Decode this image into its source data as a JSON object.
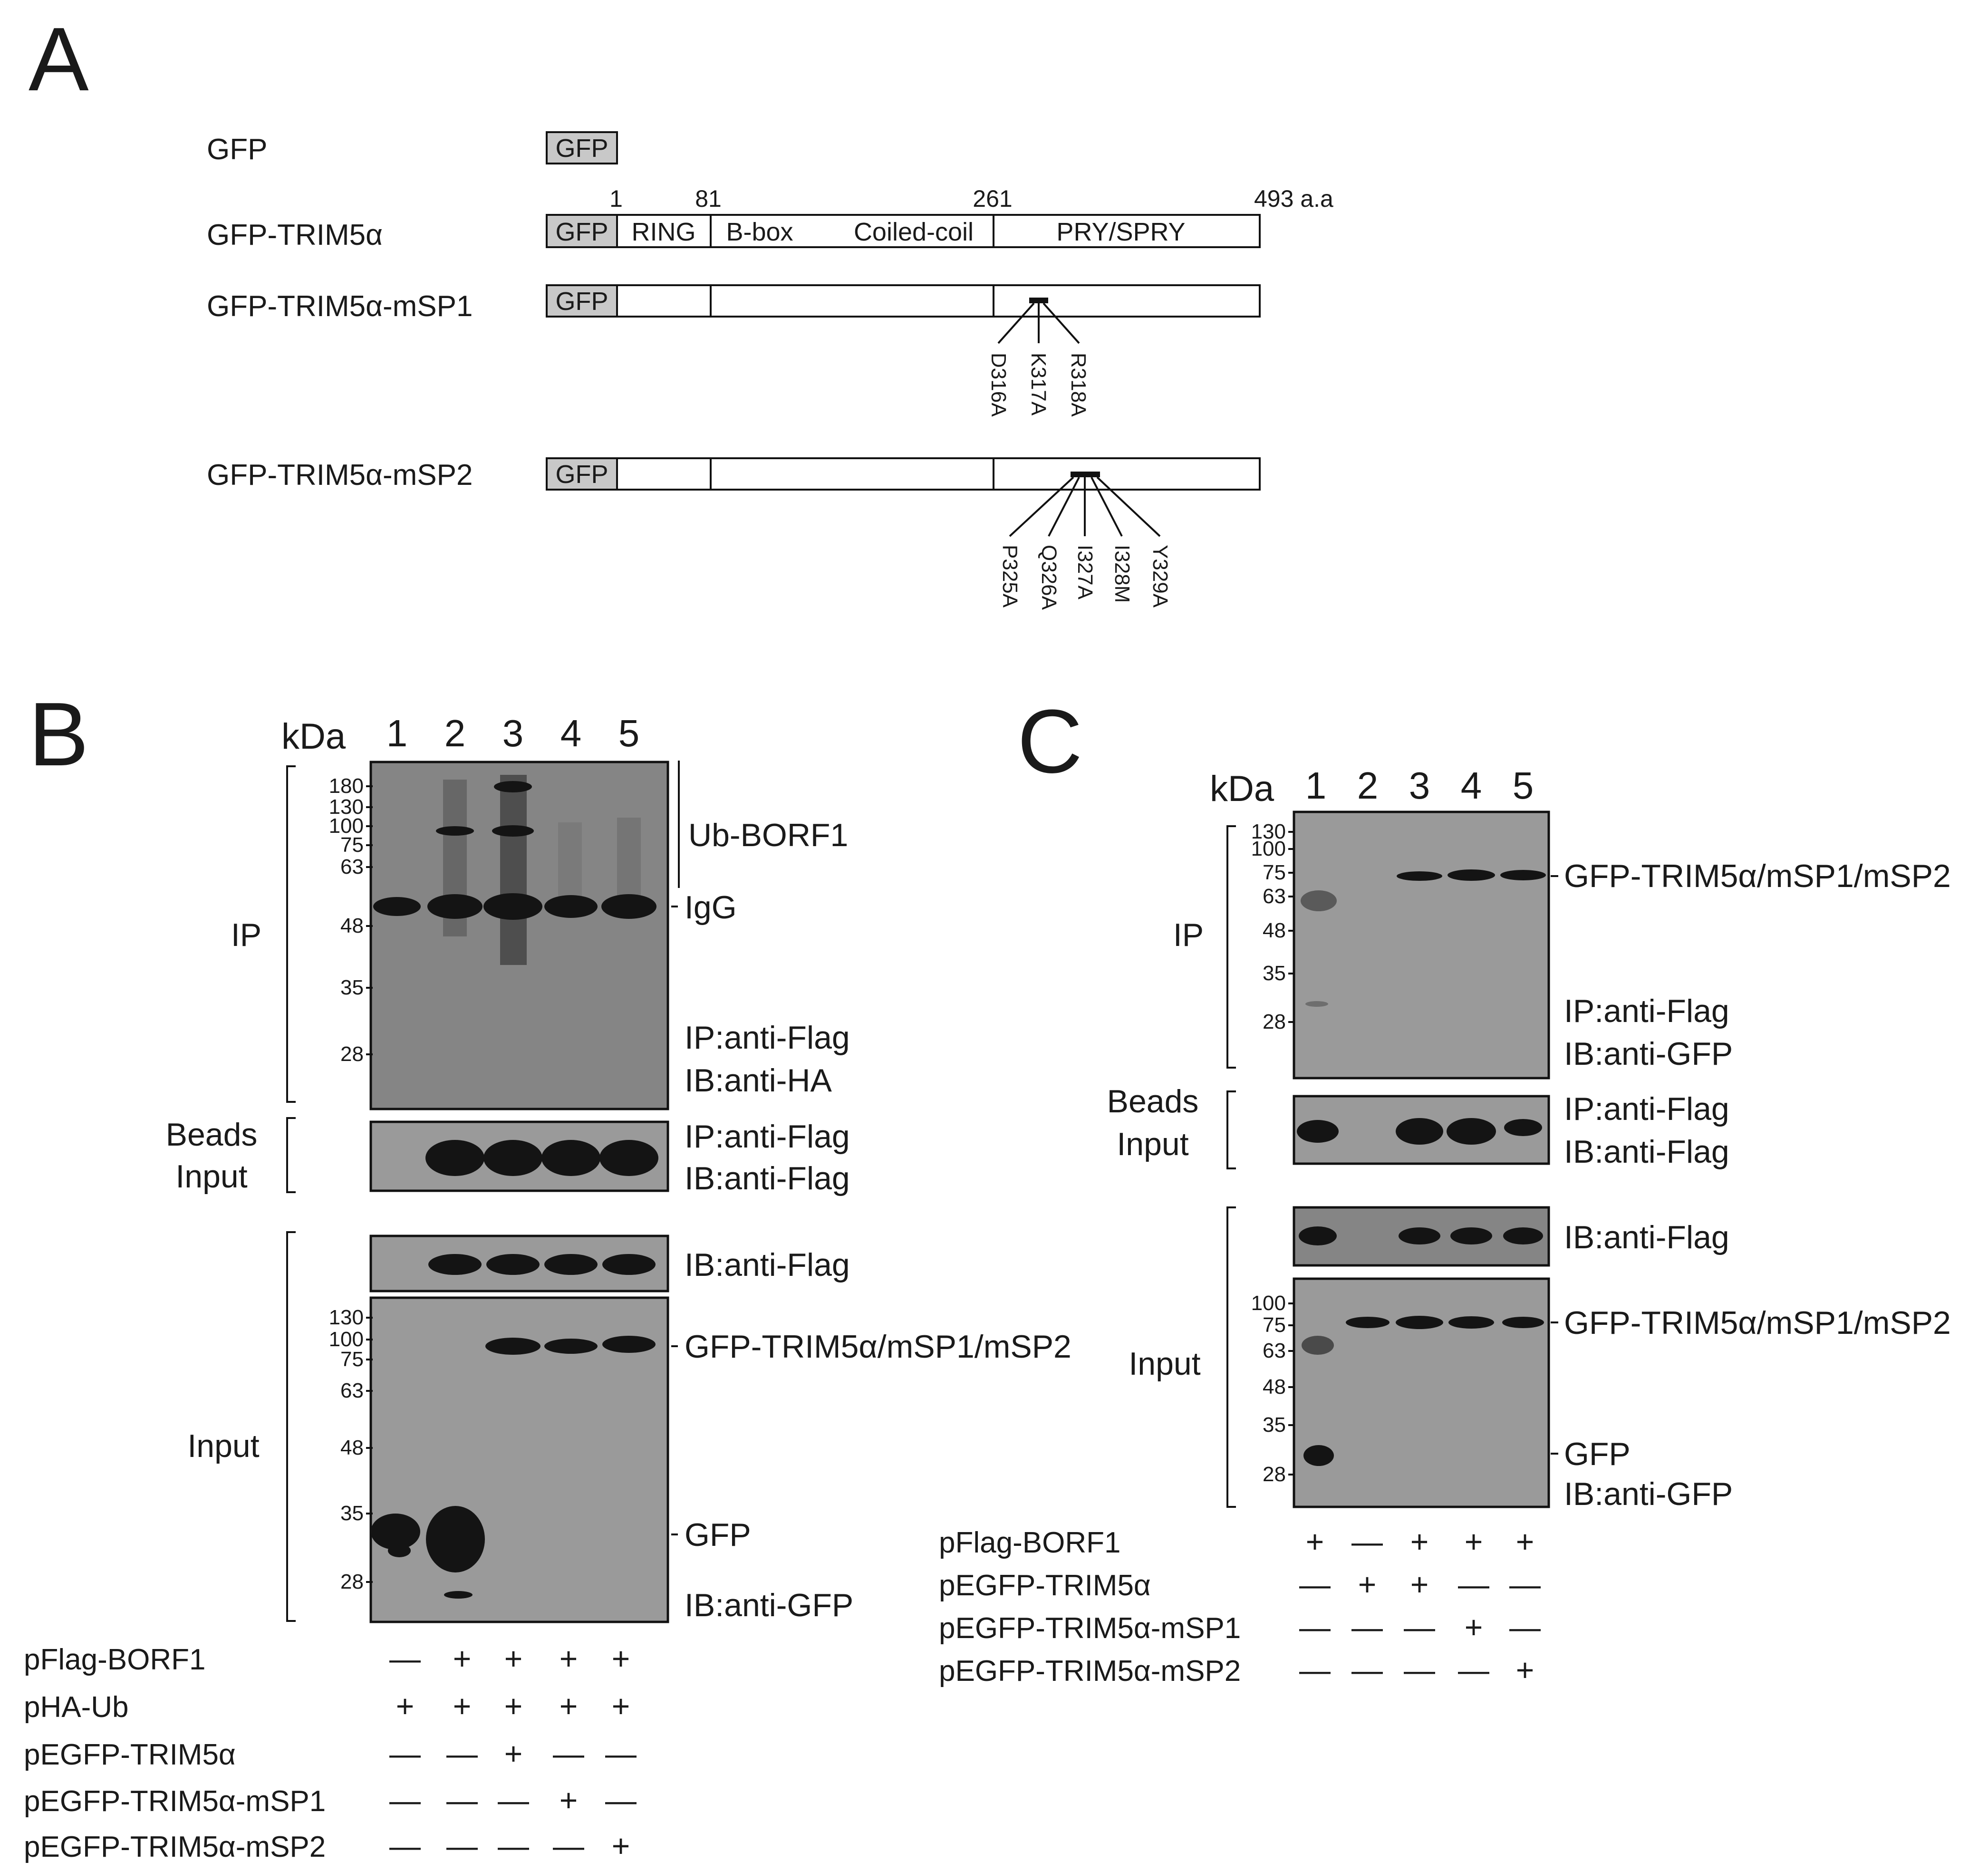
{
  "panels": {
    "a": "A",
    "b": "B",
    "c": "C"
  },
  "panel_a": {
    "constructs": [
      {
        "name": "GFP",
        "tag": "GFP"
      },
      {
        "name": "GFP-TRIM5α",
        "tag": "GFP"
      },
      {
        "name": "GFP-TRIM5α-mSP1",
        "tag": "GFP"
      },
      {
        "name": "GFP-TRIM5α-mSP2",
        "tag": "GFP"
      }
    ],
    "positions": [
      "1",
      "81",
      "261",
      "493 a.a"
    ],
    "domains": [
      "RING",
      "B-box",
      "Coiled-coil",
      "PRY/SPRY"
    ],
    "mutations_sp1": [
      "D316A",
      "K317A",
      "R318A"
    ],
    "mutations_sp2": [
      "P325A",
      "Q326A",
      "I327A",
      "I328M",
      "Y329A"
    ]
  },
  "panel_b": {
    "kda_label": "kDa",
    "lanes": [
      "1",
      "2",
      "3",
      "4",
      "5"
    ],
    "ip_label": "IP",
    "beads_label": [
      "Beads",
      "Input"
    ],
    "input_label": "Input",
    "ip_mw": [
      "180",
      "130",
      "100",
      "75",
      "63",
      "48",
      "35",
      "28"
    ],
    "input_mw": [
      "130",
      "100",
      "75",
      "63",
      "48",
      "35",
      "28"
    ],
    "right_labels": {
      "ub": "Ub-BORF1",
      "igg": "IgG",
      "ip_flag": "IP:anti-Flag",
      "ib_ha": "IB:anti-HA",
      "beads_ip": "IP:anti-Flag",
      "beads_ib": "IB:anti-Flag",
      "input_flag": "IB:anti-Flag",
      "trim": "GFP-TRIM5α/mSP1/mSP2",
      "gfp": "GFP",
      "ib_gfp": "IB:anti-GFP"
    },
    "plasmid_table": [
      {
        "name": "pFlag-BORF1",
        "signs": [
          "—",
          "+",
          "+",
          "+",
          "+"
        ]
      },
      {
        "name": "pHA-Ub",
        "signs": [
          "+",
          "+",
          "+",
          "+",
          "+"
        ]
      },
      {
        "name": "pEGFP-TRIM5α",
        "signs": [
          "—",
          "—",
          "+",
          "—",
          "—"
        ]
      },
      {
        "name": "pEGFP-TRIM5α-mSP1",
        "signs": [
          "—",
          "—",
          "—",
          "+",
          "—"
        ]
      },
      {
        "name": "pEGFP-TRIM5α-mSP2",
        "signs": [
          "—",
          "—",
          "—",
          "—",
          "+"
        ]
      }
    ]
  },
  "panel_c": {
    "kda_label": "kDa",
    "lanes": [
      "1",
      "2",
      "3",
      "4",
      "5"
    ],
    "ip_label": "IP",
    "beads_label": [
      "Beads",
      "Input"
    ],
    "input_label": "Input",
    "ip_mw": [
      "130",
      "100",
      "75",
      "63",
      "48",
      "35",
      "28"
    ],
    "input_mw": [
      "100",
      "75",
      "63",
      "48",
      "35",
      "28"
    ],
    "right_labels": {
      "trim_ip": "GFP-TRIM5α/mSP1/mSP2",
      "ip_flag": "IP:anti-Flag",
      "ib_gfp_ip": "IB:anti-GFP",
      "beads_ip": "IP:anti-Flag",
      "beads_ib": "IB:anti-Flag",
      "input_flag": "IB:anti-Flag",
      "trim_input": "GFP-TRIM5α/mSP1/mSP2",
      "gfp": "GFP",
      "ib_gfp_input": "IB:anti-GFP"
    },
    "plasmid_table": [
      {
        "name": "pFlag-BORF1",
        "signs": [
          "+",
          "—",
          "+",
          "+",
          "+"
        ]
      },
      {
        "name": "pEGFP-TRIM5α",
        "signs": [
          "—",
          "+",
          "+",
          "—",
          "—"
        ]
      },
      {
        "name": "pEGFP-TRIM5α-mSP1",
        "signs": [
          "—",
          "—",
          "—",
          "+",
          "—"
        ]
      },
      {
        "name": "pEGFP-TRIM5α-mSP2",
        "signs": [
          "—",
          "—",
          "—",
          "—",
          "+"
        ]
      }
    ]
  }
}
